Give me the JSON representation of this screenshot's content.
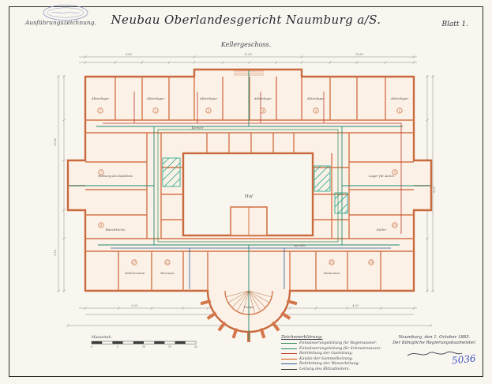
{
  "sheet": {
    "annotation_top_left": "Ausführungszeichnung.",
    "title": "Neubau Oberlandesgericht Naumburg a/S.",
    "sheet_no": "Blatt 1.",
    "subtitle": "Kellergeschoss.",
    "inventory_no": "5036"
  },
  "plan": {
    "rooms": [
      "Aktenlager",
      "Aktenlager",
      "Aktenlager",
      "Aktenlager",
      "Aktenlager",
      "Aktenlager",
      "Wohnung des Kastellans",
      "Waschküche",
      "Lager für Acten",
      "Keller",
      "Kohlenraum",
      "Heizraum",
      "Packraum",
      "Hof",
      "Korridor",
      "Korridor",
      "Treppe"
    ],
    "room_numbers": [
      "1",
      "2",
      "3",
      "4",
      "5",
      "6",
      "7",
      "8",
      "9",
      "10",
      "11",
      "12",
      "13",
      "14"
    ],
    "dims": [
      "46,90",
      "23,40",
      "8,40",
      "6,25",
      "12,60",
      "5,10",
      "9,30",
      "15,80",
      "4,50",
      "7,25"
    ],
    "colors": {
      "wall": "#c96a3e",
      "drain": "#1f8a70",
      "sewer": "#2e8b57",
      "gas": "#c0392b",
      "water": "#2b5fa3"
    }
  },
  "scale": {
    "label": "Maassstab.",
    "ticks": [
      "0",
      "5",
      "10",
      "15",
      "20"
    ]
  },
  "legend": {
    "title": "Zeichenerklärung:",
    "items": [
      {
        "color": "#2e8b57",
        "label": "Entwässerungsleitung für Regenwasser."
      },
      {
        "color": "#1f8a70",
        "label": "Entwässerungsleitung für Schmutzwasser."
      },
      {
        "color": "#c0392b",
        "label": "Rohrleitung der Gasleitung."
      },
      {
        "color": "#d35400",
        "label": "Kanäle der Sammelheizung."
      },
      {
        "color": "#2b5fa3",
        "label": "Rohrleitung der Wasserleitung."
      },
      {
        "color": "#333333",
        "label": "Leitung des Blitzableiters."
      }
    ]
  },
  "signature": {
    "line1": "Naumburg, den 1. October 1885.",
    "line2": "Der Königliche Regierungsbaumeister."
  }
}
